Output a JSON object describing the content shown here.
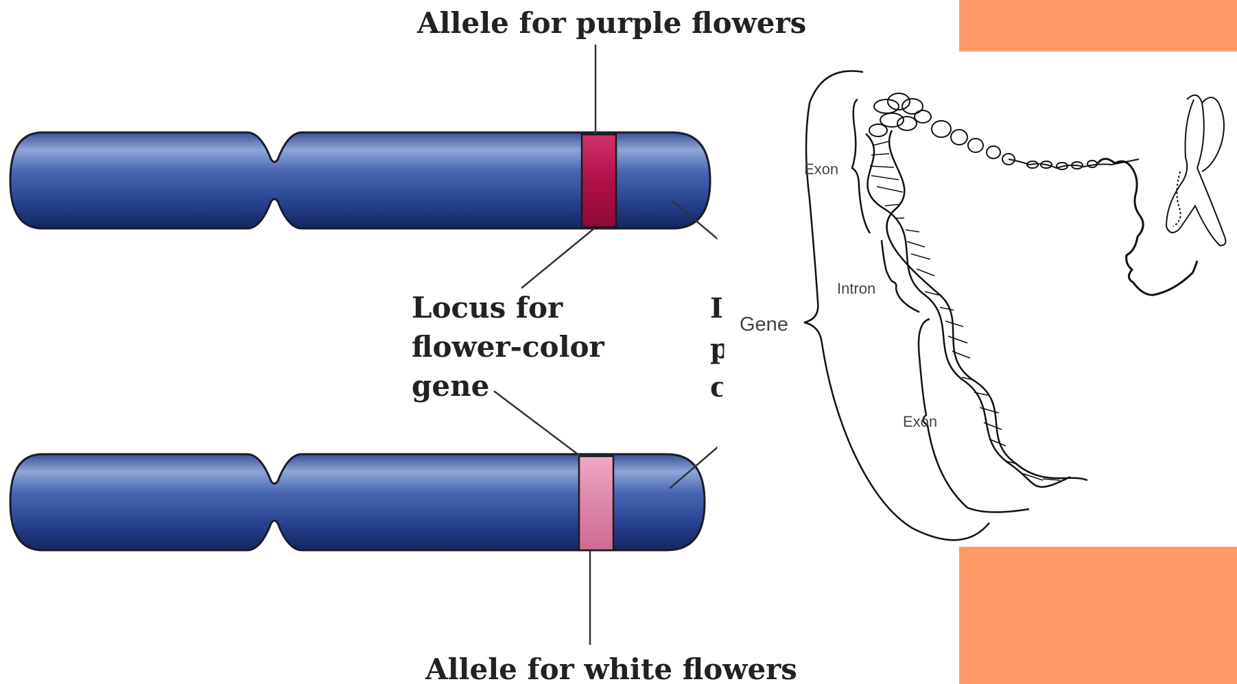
{
  "left_diagram": {
    "label_top": "Allele for purple flowers",
    "label_locus_lines": [
      "Locus for",
      "flower-color",
      "gene"
    ],
    "label_bottom": "Allele for white flowers",
    "clipped_label_chars": [
      "I",
      "p",
      "c"
    ],
    "colors": {
      "chromosome": "#2e4795",
      "allele_purple": "#b5124e",
      "allele_white": "#de86aa"
    }
  },
  "right_diagram": {
    "label_gene": "Gene",
    "label_exon_top": "Exon",
    "label_intron": "Intron",
    "label_exon_bottom": "Exon"
  },
  "decor": {
    "accent_color": "#ff9966"
  }
}
